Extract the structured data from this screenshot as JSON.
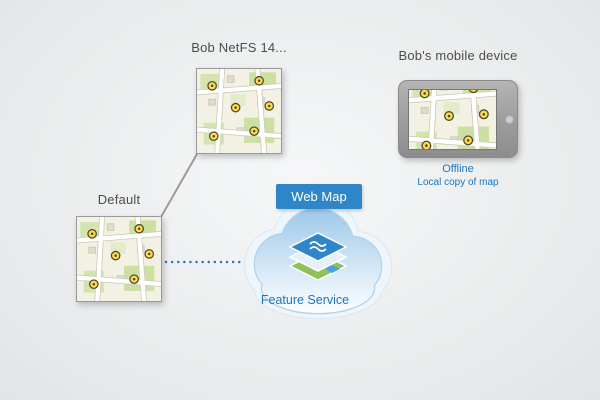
{
  "labels": {
    "bob_map": "Bob NetFS 14...",
    "mobile_device": "Bob's mobile device",
    "default_map": "Default",
    "web_map": "Web Map",
    "feature_service": "Feature Service",
    "offline": "Offline",
    "local_copy": "Local copy of map"
  },
  "colors": {
    "accent_blue": "#1b75bb",
    "web_map_badge": "#2e86c8",
    "cloud_fill_top": "#9cc7e8",
    "cloud_outline": "#aed2ee",
    "connector_solid": "#9b9b9b",
    "connector_dotted": "#1b75bb",
    "marker_yellow": "#ffd94f",
    "map_green": "#cde0a4",
    "tablet_gray": "#9c9c9c"
  },
  "icons": {
    "cloud": "cloud-shape",
    "layers": "feature-service-layers-icon",
    "camera": "tablet-camera-icon",
    "markers": "map-marker-icon"
  }
}
